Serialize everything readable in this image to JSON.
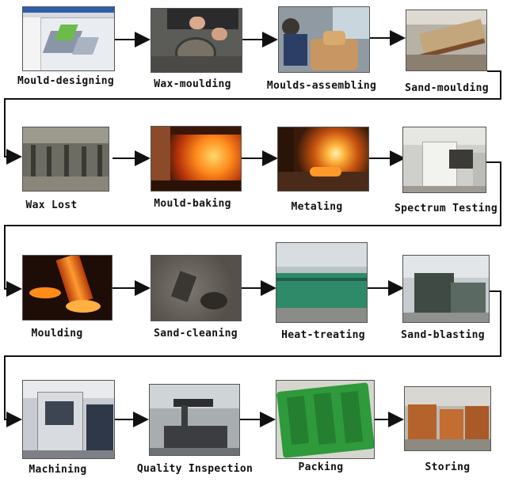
{
  "steps": [
    {
      "label": "Mould-designing"
    },
    {
      "label": "Wax-moulding"
    },
    {
      "label": "Moulds-assembling"
    },
    {
      "label": "Sand-moulding"
    },
    {
      "label": "Wax Lost"
    },
    {
      "label": "Mould-baking"
    },
    {
      "label": "Metaling"
    },
    {
      "label": "Spectrum Testing"
    },
    {
      "label": "Moulding"
    },
    {
      "label": "Sand-cleaning"
    },
    {
      "label": "Heat-treating"
    },
    {
      "label": "Sand-blasting"
    },
    {
      "label": "Machining"
    },
    {
      "label": "Quality Inspection"
    },
    {
      "label": "Packing"
    },
    {
      "label": "Storing"
    }
  ]
}
